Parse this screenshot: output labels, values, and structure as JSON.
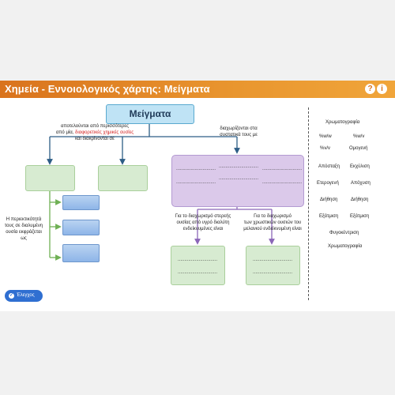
{
  "header": {
    "title": "Χημεία - Εννοιολογικός χάρτης: Μείγματα",
    "help_icon": "?",
    "info_icon": "i"
  },
  "concept": {
    "title": "Μείγματα"
  },
  "labels": {
    "left_line1": "αποτελούνται από περισσότερες",
    "left_line2_a": "από μία, ",
    "left_line2_red": "διαφορετικές χημικές ουσίες",
    "left_line3": "και διακρίνονται σε",
    "right_line1": "διαχωρίζονται στα",
    "right_line2": "συστατικά τους με",
    "side_line1": "Η περιεκτικότητά",
    "side_line2": "τους σε διαλυμένη",
    "side_line3": "ουσία εκφράζεται ως",
    "sep_left_line1": "Για το διαχωρισμό στερεής",
    "sep_left_line2": "ουσίας από υγρό διαλύτη",
    "sep_left_line3": "ενδείκνυμένες είναι",
    "sep_right_line1": "Για το διαχωρισμό",
    "sep_right_line2": "των χρωστικών ουσιών του",
    "sep_right_line3": "μελανιού ενδείκνυμένη είναι"
  },
  "purple_blanks": [
    "..............................",
    "..............................",
    "..............................",
    "..............................",
    "..............................",
    ".............................."
  ],
  "green_blanks": [
    "..............................",
    "..............................",
    "..............................",
    ".............................."
  ],
  "word_bank": {
    "w1": "Χρωματογραφία",
    "w2": "%w/w",
    "w3": "%w/v",
    "w4": "%v/v",
    "w5": "Ομογενή",
    "w6": "Απόσταξη",
    "w7": "Εκχύλιση",
    "w8": "Ετερογενή",
    "w9": "Απόχυση",
    "w10": "Διήθηση",
    "w11": "Διήθηση",
    "w12": "Εξάτμιση",
    "w13": "Εξάτμιση",
    "w14": "Φυγοκέντριση",
    "w15": "Χρωματογραφία"
  },
  "check_button": {
    "label": "Έλεγχος",
    "icon": "check-icon"
  },
  "colors": {
    "header": "#e08a2a",
    "blue_concept": "#bfe3f5",
    "green_box": "#d7ebd1",
    "purple_box": "#dbc9ea",
    "blue_box": "#a3c3ef",
    "button": "#2f6fd1"
  }
}
